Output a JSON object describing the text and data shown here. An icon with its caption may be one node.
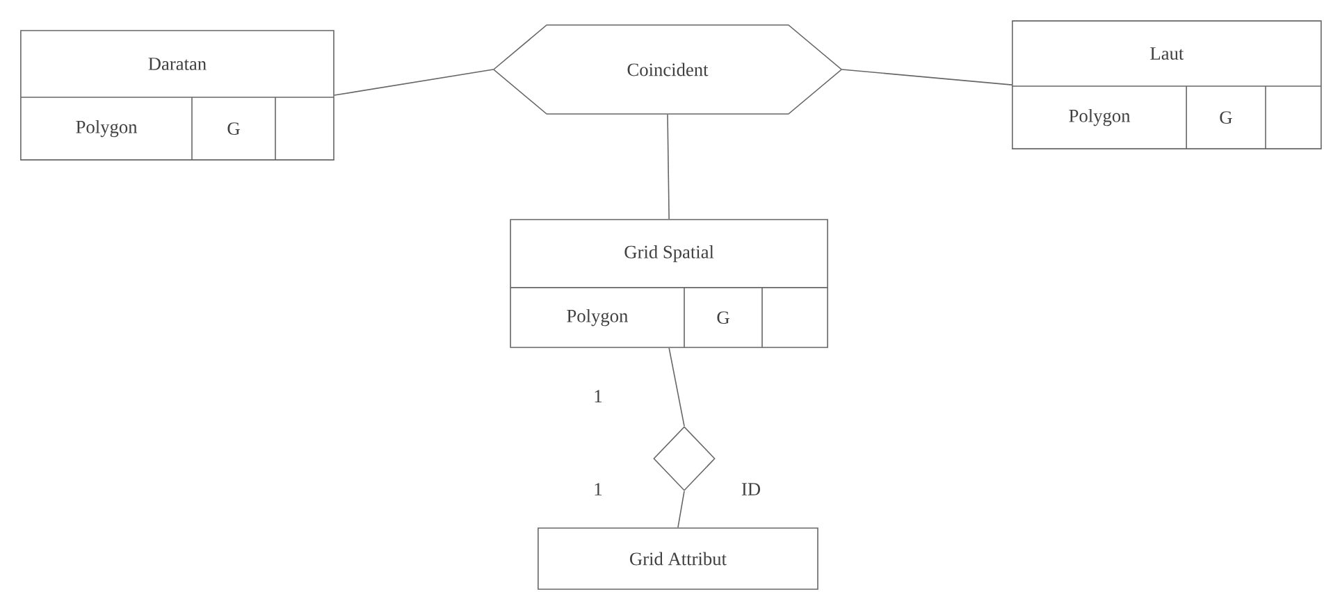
{
  "diagram": {
    "nodes": [
      {
        "text": [
          "Daratan",
          "Polygon",
          "G"
        ]
      },
      {
        "text": [
          "Coincident"
        ]
      },
      {
        "text": [
          "Laut",
          "Polygon",
          "G"
        ]
      },
      {
        "text": [
          "Grid Spatial",
          "Polygon",
          "G"
        ]
      },
      {
        "text": [],
        "shape": "diamond",
        "beside": [
          "ID"
        ]
      },
      {
        "text": [
          "Grid Attribut"
        ]
      }
    ],
    "edges": [
      {
        "from": 0,
        "to": 1,
        "arrow": "none"
      },
      {
        "from": 1,
        "to": 2,
        "arrow": "none"
      },
      {
        "from": 1,
        "to": 3,
        "arrow": "none"
      },
      {
        "from": 3,
        "to": 4,
        "arrow": "none",
        "label": "1"
      },
      {
        "from": 4,
        "to": 5,
        "arrow": "none",
        "label": "1"
      }
    ]
  }
}
